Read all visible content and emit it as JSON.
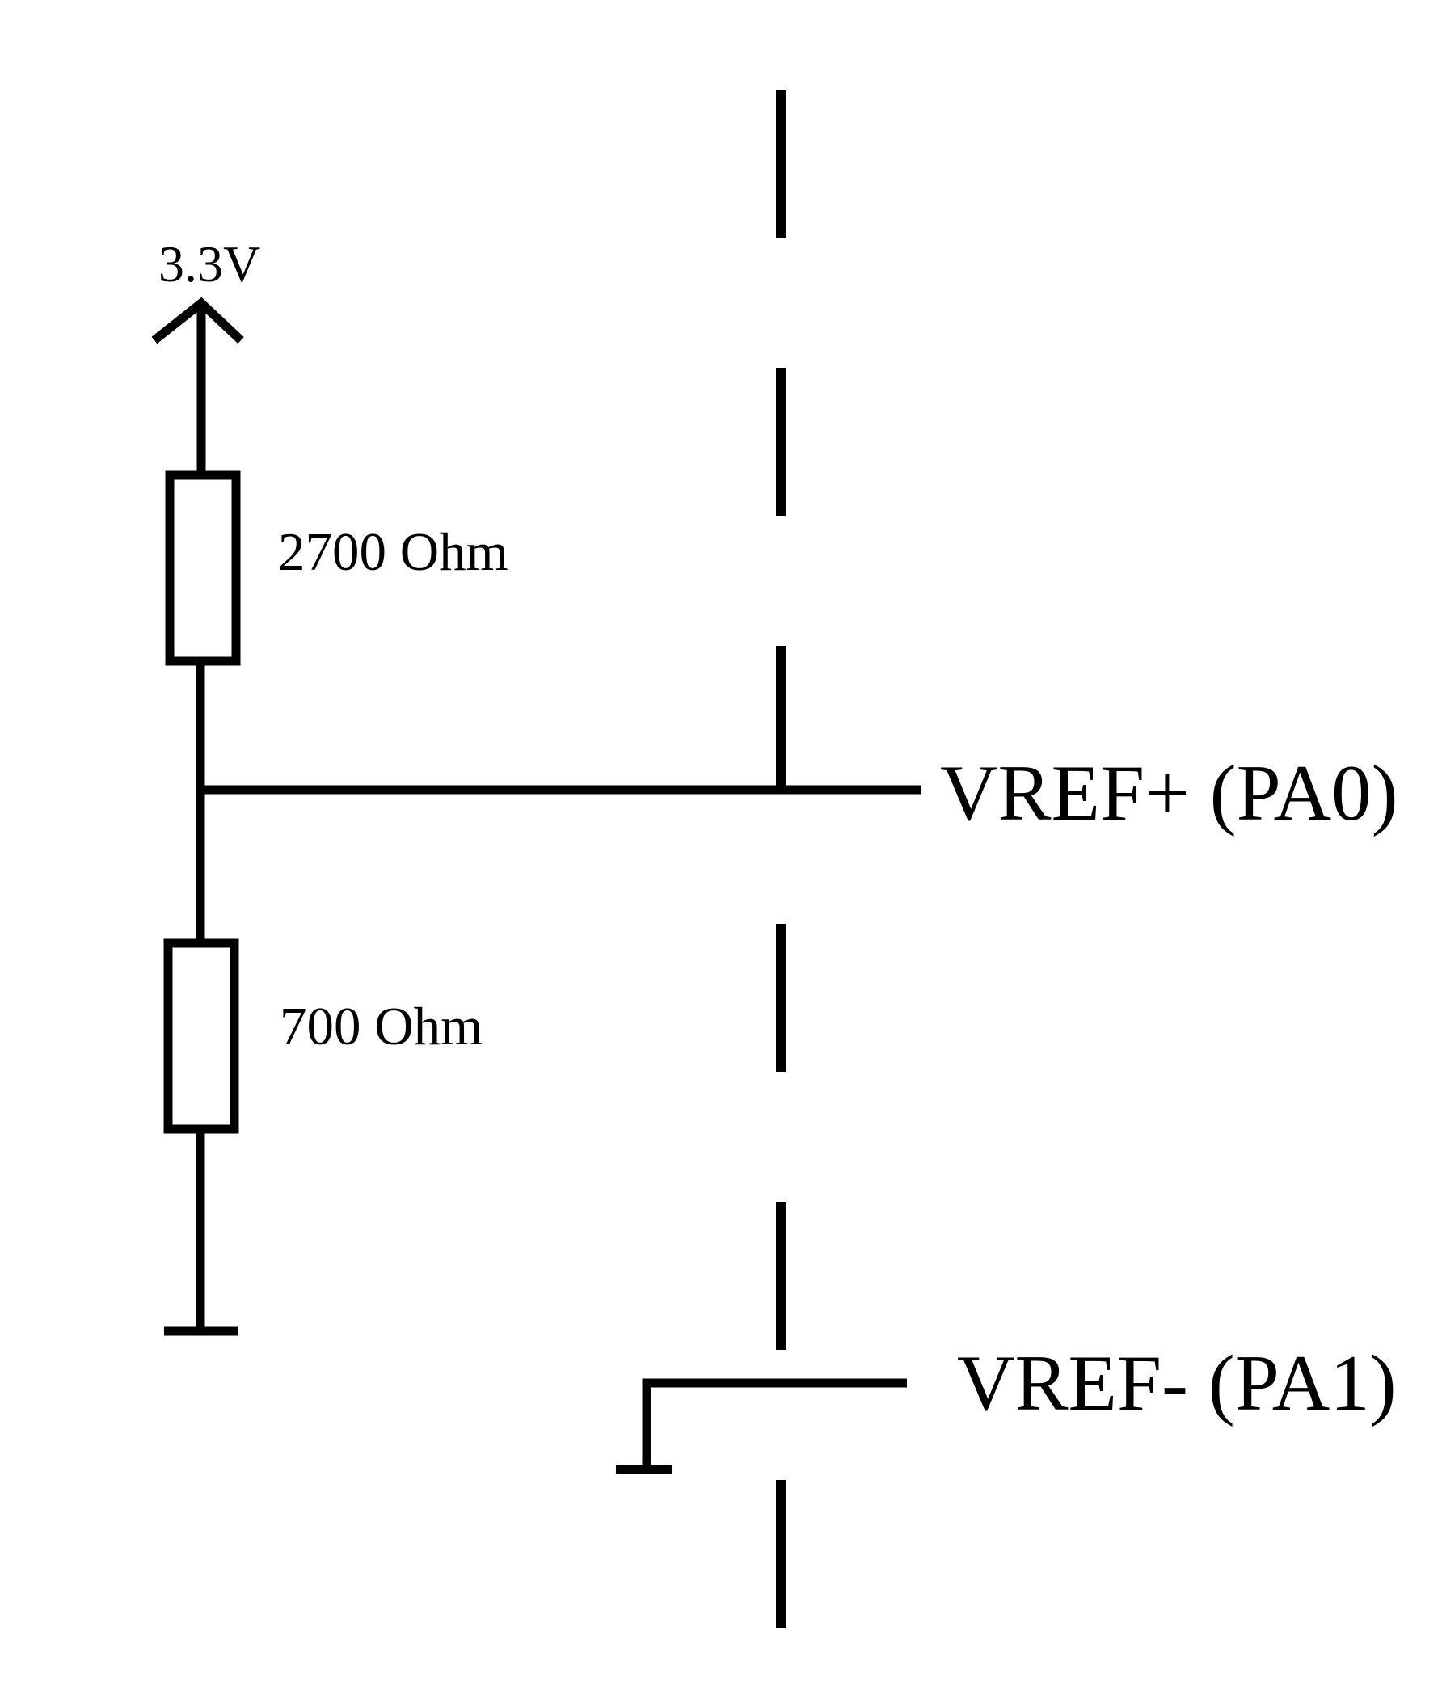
{
  "diagram": {
    "type": "circuit-schematic",
    "description": "Voltage divider generating VREF+ for ADC; VREF- tied to ground; dashed line marks board/chip boundary",
    "supply": {
      "label": "3.3V",
      "symbol": "power-arrow"
    },
    "components": [
      {
        "id": "R1",
        "type": "resistor",
        "label": "2700 Ohm",
        "value_ohm": 2700,
        "between": [
          "3.3V",
          "VREF+ node"
        ]
      },
      {
        "id": "R2",
        "type": "resistor",
        "label": "700 Ohm",
        "value_ohm": 700,
        "between": [
          "VREF+ node",
          "GND"
        ]
      }
    ],
    "nets": [
      {
        "id": "vref_plus",
        "label": "VREF+ (PA0)",
        "connects": [
          "R1",
          "R2",
          "boundary"
        ]
      },
      {
        "id": "vref_minus",
        "label": "VREF- (PA1)",
        "connects": [
          "GND"
        ]
      }
    ],
    "grounds": [
      {
        "id": "gnd1",
        "symbol": "ground-bar",
        "attached_to": "R2"
      },
      {
        "id": "gnd2",
        "symbol": "ground-bar",
        "attached_to": "vref_minus"
      }
    ],
    "boundary": {
      "style": "dashed",
      "orientation": "vertical",
      "color": "#000000"
    },
    "colors": {
      "line": "#000000",
      "background": "#ffffff"
    }
  }
}
